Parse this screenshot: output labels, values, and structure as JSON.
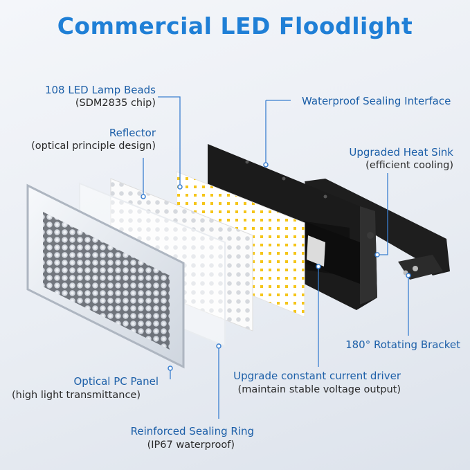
{
  "title": "Commercial LED Floodlight",
  "callouts": {
    "lamp_beads": {
      "label": "108 LED Lamp Beads",
      "detail": "(SDM2835 chip)"
    },
    "reflector": {
      "label": "Reflector",
      "detail": "(optical principle design)"
    },
    "sealing_interface": {
      "label": "Waterproof Sealing Interface"
    },
    "heat_sink": {
      "label": "Upgraded Heat Sink",
      "detail": "(efficient cooling)"
    },
    "bracket": {
      "label": "180° Rotating Bracket"
    },
    "driver": {
      "label": "Upgrade constant current driver",
      "detail": "(maintain stable voltage output)"
    },
    "pc_panel": {
      "label": "Optical PC Panel",
      "detail": "(high light transmittance)"
    },
    "sealing_ring": {
      "label": "Reinforced Sealing Ring",
      "detail": "(IP67 waterproof)"
    }
  },
  "colors": {
    "title": "#1f7fd6",
    "label": "#1c5fa8",
    "leader_line": "#3a7fd0",
    "heat_sink": "#1b1b1b"
  }
}
